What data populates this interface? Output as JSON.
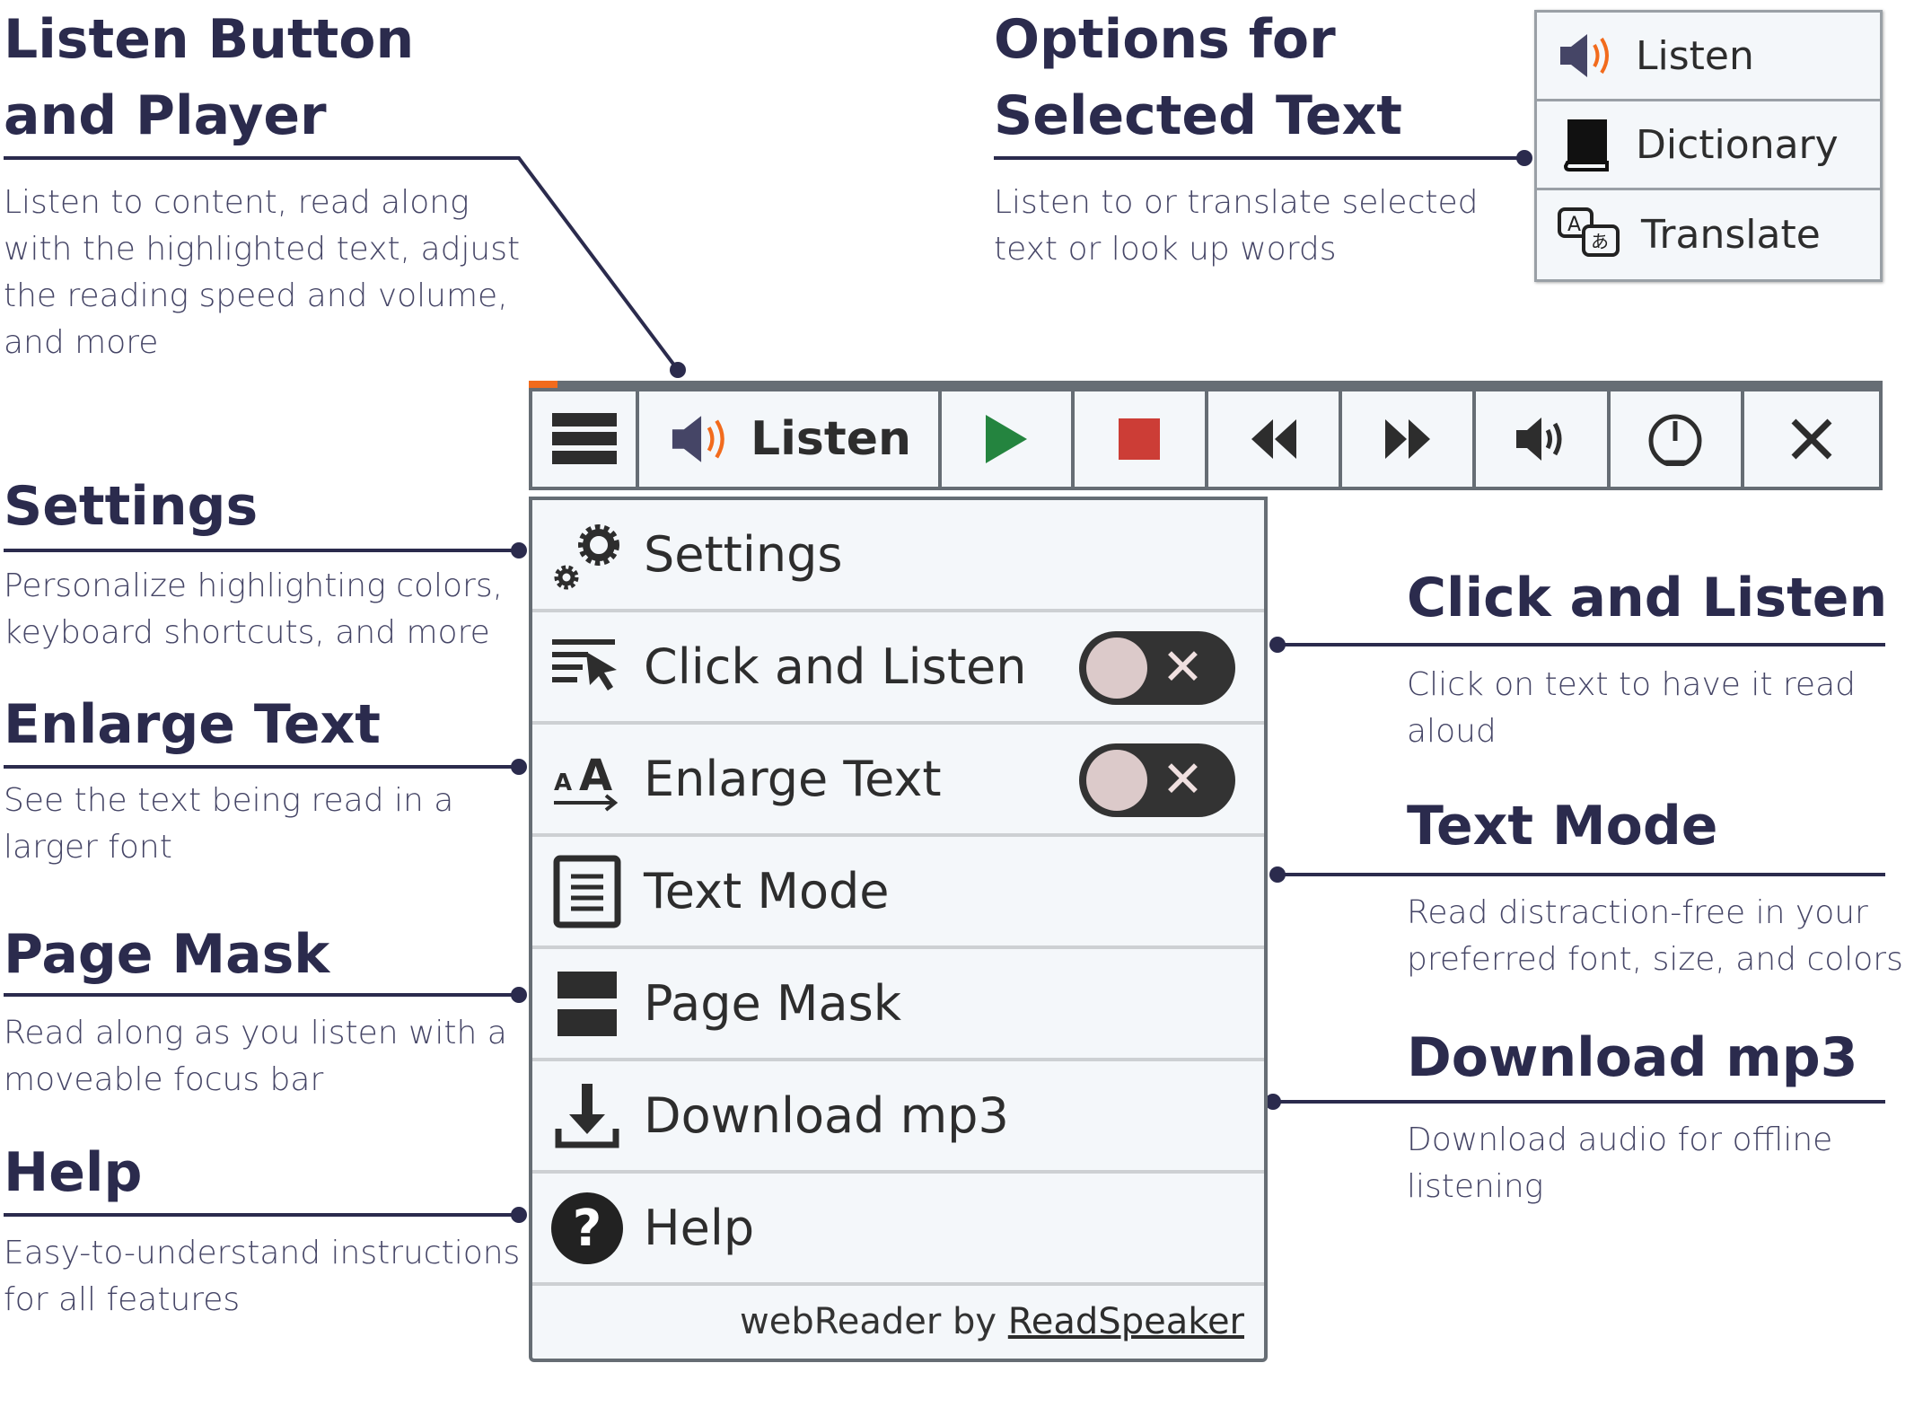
{
  "callouts_left": [
    {
      "title": [
        "Listen Button",
        "and Player"
      ],
      "desc": [
        "Listen to content, read along",
        "with the highlighted text, adjust",
        "the reading speed and volume,",
        "and more"
      ]
    },
    {
      "title": [
        "Settings"
      ],
      "desc": [
        "Personalize highlighting colors,",
        "keyboard shortcuts, and more"
      ]
    },
    {
      "title": [
        "Enlarge Text"
      ],
      "desc": [
        "See the text being read in a",
        "larger font"
      ]
    },
    {
      "title": [
        "Page Mask"
      ],
      "desc": [
        "Read along as you listen with a",
        "moveable focus bar"
      ]
    },
    {
      "title": [
        "Help"
      ],
      "desc": [
        "Easy-to-understand instructions",
        "for all features"
      ]
    }
  ],
  "callouts_right": [
    {
      "title": [
        "Options for",
        "Selected Text"
      ],
      "desc": [
        "Listen to or translate selected",
        "text or look up words"
      ]
    },
    {
      "title": [
        "Click and Listen"
      ],
      "desc": [
        "Click on text to have it read",
        "aloud"
      ]
    },
    {
      "title": [
        "Text Mode"
      ],
      "desc": [
        "Read distraction-free in your",
        "preferred font, size, and colors"
      ]
    },
    {
      "title": [
        "Download mp3"
      ],
      "desc": [
        "Download audio for offline",
        "listening"
      ]
    }
  ],
  "popup": {
    "items": [
      {
        "label": "Listen",
        "icon": "speaker-icon"
      },
      {
        "label": "Dictionary",
        "icon": "book-icon"
      },
      {
        "label": "Translate",
        "icon": "translate-icon"
      }
    ]
  },
  "toolbar": {
    "listen_label": "Listen",
    "buttons": [
      "menu",
      "listen",
      "play",
      "stop",
      "rewind",
      "fast-forward",
      "volume",
      "speed",
      "close"
    ]
  },
  "menu": {
    "items": [
      {
        "label": "Settings"
      },
      {
        "label": "Click and Listen",
        "toggle": "off"
      },
      {
        "label": "Enlarge Text",
        "toggle": "off"
      },
      {
        "label": "Text Mode"
      },
      {
        "label": "Page Mask"
      },
      {
        "label": "Download mp3"
      },
      {
        "label": "Help"
      }
    ],
    "footer_prefix": "webReader by ",
    "footer_link": "ReadSpeaker"
  },
  "colors": {
    "heading": "#2b2b4d",
    "accent_orange": "#f26b1d",
    "play": "#24843f",
    "stop": "#cc3d36"
  }
}
